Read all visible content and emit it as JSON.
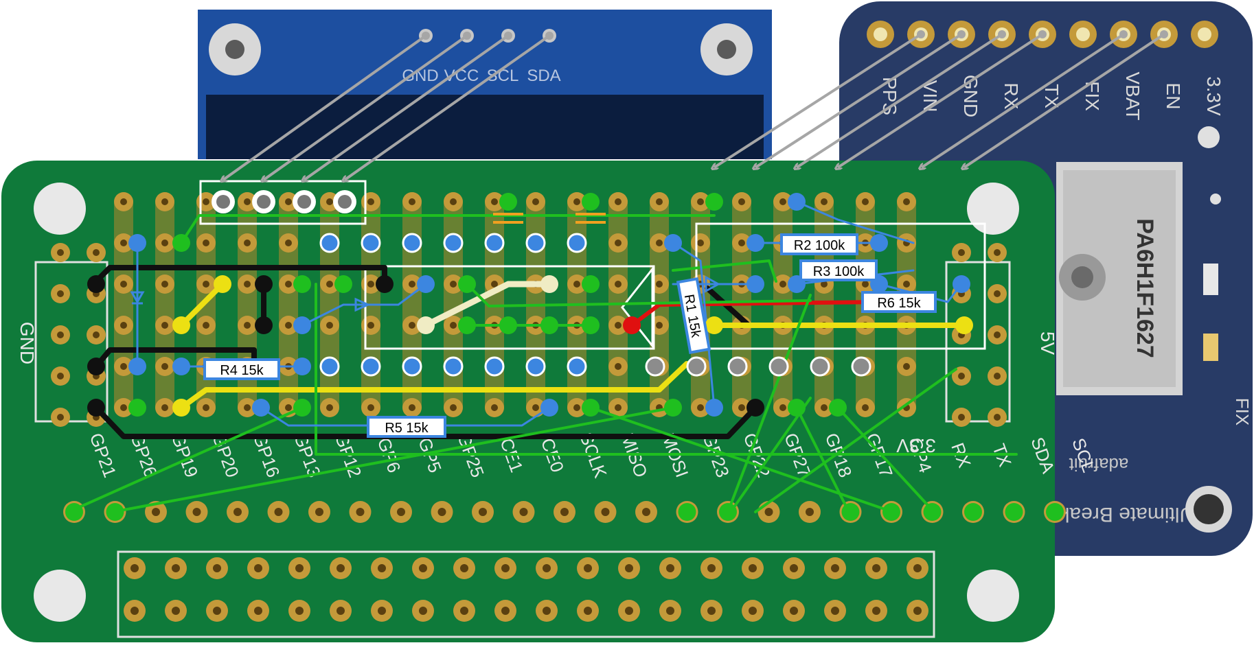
{
  "oled": {
    "pins": [
      "GND",
      "VCC",
      "SCL",
      "SDA"
    ]
  },
  "gps": {
    "pins": [
      "PPS",
      "VIN",
      "GND",
      "RX",
      "TX",
      "FIX",
      "VBAT",
      "EN",
      "3.3V"
    ],
    "module_label": "PA6H1F1627",
    "fix_label": "FIX",
    "brand_text": "adafruit",
    "board_text": "Ultimate Breakout"
  },
  "pcb": {
    "left_label": "GND",
    "right_label": "5V",
    "rail_label": "3.3V",
    "header_labels": [
      "GP21",
      "GP26",
      "GP19",
      "GP20",
      "GP16",
      "GP13",
      "GP12",
      "GP6",
      "GP5",
      "GP25",
      "CE1",
      "CE0",
      "SCLK",
      "MISO",
      "MOSI",
      "GP23",
      "GP22",
      "GP27",
      "GP18",
      "GP17",
      "GP4",
      "RX",
      "TX",
      "SDA",
      "SCL"
    ]
  },
  "resistors": [
    {
      "id": "r2",
      "label": "R2 100k"
    },
    {
      "id": "r3",
      "label": "R3 100k"
    },
    {
      "id": "r6",
      "label": "R6 15k"
    },
    {
      "id": "r4",
      "label": "R4 15k"
    },
    {
      "id": "r5",
      "label": "R5 15k"
    },
    {
      "id": "r1",
      "label": "R1 15k"
    }
  ],
  "colors": {
    "pcb": "#0f7a3a",
    "oled_board": "#1d4fa0",
    "gps_board": "#283b66",
    "pad": "#c49a3a",
    "wire_green": "#1fbf1f",
    "wire_black": "#101010",
    "wire_yellow": "#ece013",
    "wire_blue": "#3c86e0",
    "wire_red": "#e01010",
    "wire_cream": "#f0ecc4",
    "arrow_gray": "#a6a6a6"
  }
}
